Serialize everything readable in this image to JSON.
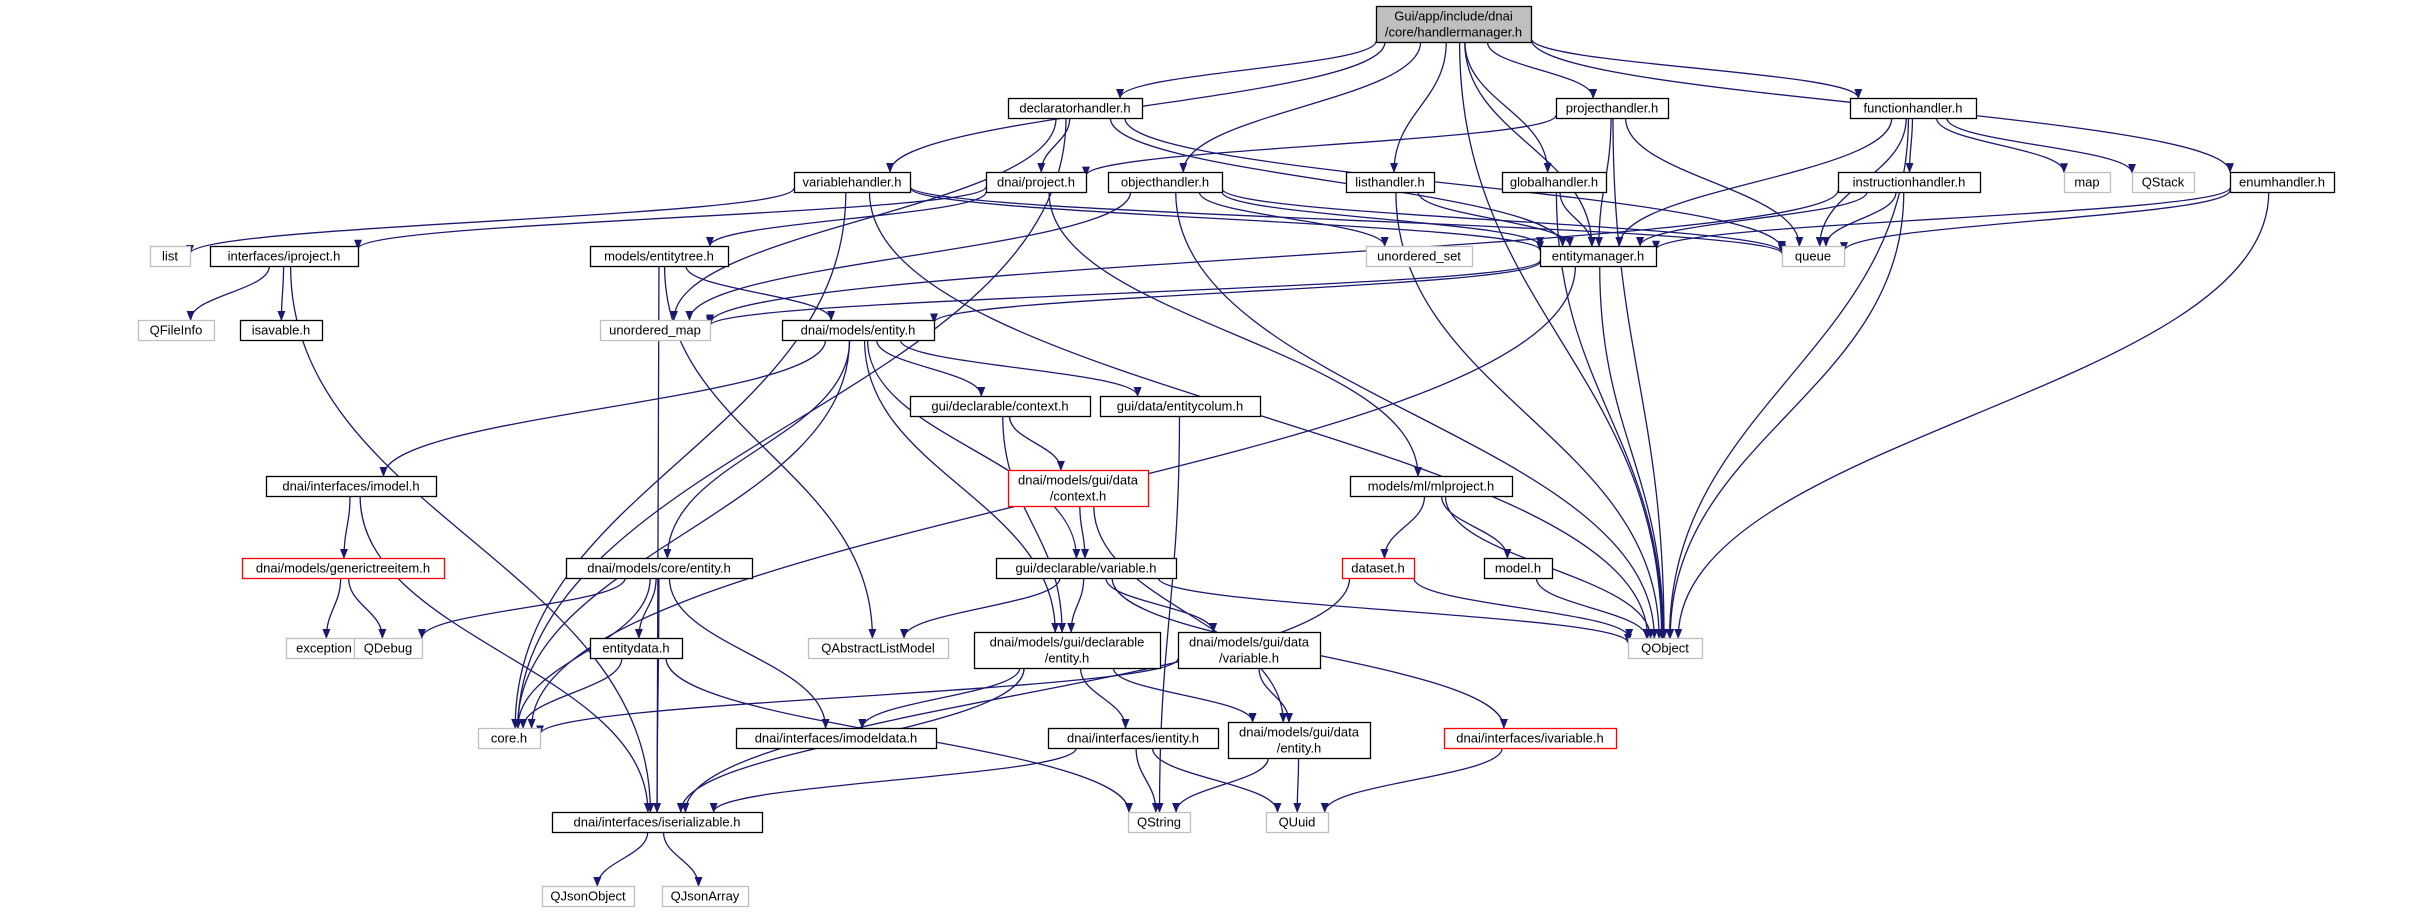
{
  "colors": {
    "edge": "#191970",
    "box_default": "#000000",
    "box_system": "#bfbfbf",
    "box_incomplete": "#ff0000",
    "root_fill": "#bfbfbf",
    "fill": "#ffffff"
  },
  "nodes": {
    "root": {
      "lines": [
        "Gui/app/include/dnai",
        "/core/handlermanager.h"
      ],
      "style": "root"
    },
    "declaratorhandler": {
      "lines": [
        "declaratorhandler.h"
      ],
      "style": "default"
    },
    "projecthandler": {
      "lines": [
        "projecthandler.h"
      ],
      "style": "default"
    },
    "functionhandler": {
      "lines": [
        "functionhandler.h"
      ],
      "style": "default"
    },
    "variablehandler": {
      "lines": [
        "variablehandler.h"
      ],
      "style": "default"
    },
    "dnai_project": {
      "lines": [
        "dnai/project.h"
      ],
      "style": "default"
    },
    "objecthandler": {
      "lines": [
        "objecthandler.h"
      ],
      "style": "default"
    },
    "listhandler": {
      "lines": [
        "listhandler.h"
      ],
      "style": "default"
    },
    "globalhandler": {
      "lines": [
        "globalhandler.h"
      ],
      "style": "default"
    },
    "map": {
      "lines": [
        "map"
      ],
      "style": "system"
    },
    "qstack": {
      "lines": [
        "QStack"
      ],
      "style": "system"
    },
    "instructionhandler": {
      "lines": [
        "instructionhandler.h"
      ],
      "style": "default"
    },
    "enumhandler": {
      "lines": [
        "enumhandler.h"
      ],
      "style": "default"
    },
    "list": {
      "lines": [
        "list"
      ],
      "style": "system"
    },
    "iproject": {
      "lines": [
        "interfaces/iproject.h"
      ],
      "style": "default"
    },
    "entitytree": {
      "lines": [
        "models/entitytree.h"
      ],
      "style": "default"
    },
    "unordered_set": {
      "lines": [
        "unordered_set"
      ],
      "style": "system"
    },
    "entitymanager": {
      "lines": [
        "entitymanager.h"
      ],
      "style": "default"
    },
    "queue": {
      "lines": [
        "queue"
      ],
      "style": "system"
    },
    "qfileinfo": {
      "lines": [
        "QFileInfo"
      ],
      "style": "system"
    },
    "isavable": {
      "lines": [
        "isavable.h"
      ],
      "style": "default"
    },
    "unordered_map": {
      "lines": [
        "unordered_map"
      ],
      "style": "system"
    },
    "models_entity": {
      "lines": [
        "dnai/models/entity.h"
      ],
      "style": "default"
    },
    "declarable_context": {
      "lines": [
        "gui/declarable/context.h"
      ],
      "style": "default"
    },
    "entitycolum": {
      "lines": [
        "gui/data/entitycolum.h"
      ],
      "style": "default"
    },
    "gui_data_context": {
      "lines": [
        "dnai/models/gui/data",
        "/context.h"
      ],
      "style": "incomplete"
    },
    "imodel": {
      "lines": [
        "dnai/interfaces/imodel.h"
      ],
      "style": "default"
    },
    "mlproject": {
      "lines": [
        "models/ml/mlproject.h"
      ],
      "style": "default"
    },
    "generictreeitem": {
      "lines": [
        "dnai/models/generictreeitem.h"
      ],
      "style": "incomplete"
    },
    "core_entity": {
      "lines": [
        "dnai/models/core/entity.h"
      ],
      "style": "default"
    },
    "declarable_variable": {
      "lines": [
        "gui/declarable/variable.h"
      ],
      "style": "default"
    },
    "dataset": {
      "lines": [
        "dataset.h"
      ],
      "style": "incomplete"
    },
    "model": {
      "lines": [
        "model.h"
      ],
      "style": "default"
    },
    "exception": {
      "lines": [
        "exception"
      ],
      "style": "system"
    },
    "qdebug": {
      "lines": [
        "QDebug"
      ],
      "style": "system"
    },
    "entitydata": {
      "lines": [
        "entitydata.h"
      ],
      "style": "default"
    },
    "qabstractlistmodel": {
      "lines": [
        "QAbstractListModel"
      ],
      "style": "system"
    },
    "declarable_entity": {
      "lines": [
        "dnai/models/gui/declarable",
        "/entity.h"
      ],
      "style": "default"
    },
    "gui_data_variable": {
      "lines": [
        "dnai/models/gui/data",
        "/variable.h"
      ],
      "style": "default"
    },
    "qobject": {
      "lines": [
        "QObject"
      ],
      "style": "system"
    },
    "core_h": {
      "lines": [
        "core.h"
      ],
      "style": "system"
    },
    "imodeldata": {
      "lines": [
        "dnai/interfaces/imodeldata.h"
      ],
      "style": "default"
    },
    "ientity": {
      "lines": [
        "dnai/interfaces/ientity.h"
      ],
      "style": "default"
    },
    "gui_data_entity": {
      "lines": [
        "dnai/models/gui/data",
        "/entity.h"
      ],
      "style": "default"
    },
    "ivariable": {
      "lines": [
        "dnai/interfaces/ivariable.h"
      ],
      "style": "incomplete"
    },
    "iserializable": {
      "lines": [
        "dnai/interfaces/iserializable.h"
      ],
      "style": "default"
    },
    "qstring": {
      "lines": [
        "QString"
      ],
      "style": "system"
    },
    "quuid": {
      "lines": [
        "QUuid"
      ],
      "style": "system"
    },
    "qjsonobject": {
      "lines": [
        "QJsonObject"
      ],
      "style": "system"
    },
    "qjsonarray": {
      "lines": [
        "QJsonArray"
      ],
      "style": "system"
    }
  },
  "edges": [
    [
      "root",
      "declaratorhandler"
    ],
    [
      "root",
      "projecthandler"
    ],
    [
      "root",
      "functionhandler"
    ],
    [
      "root",
      "variablehandler"
    ],
    [
      "root",
      "objecthandler"
    ],
    [
      "root",
      "listhandler"
    ],
    [
      "root",
      "globalhandler"
    ],
    [
      "root",
      "enumhandler"
    ],
    [
      "root",
      "entitymanager"
    ],
    [
      "root",
      "qobject"
    ],
    [
      "declaratorhandler",
      "dnai_project"
    ],
    [
      "declaratorhandler",
      "entitymanager"
    ],
    [
      "declaratorhandler",
      "queue"
    ],
    [
      "declaratorhandler",
      "unordered_map"
    ],
    [
      "declaratorhandler",
      "core_h"
    ],
    [
      "projecthandler",
      "dnai_project"
    ],
    [
      "projecthandler",
      "entitymanager"
    ],
    [
      "projecthandler",
      "queue"
    ],
    [
      "projecthandler",
      "qobject"
    ],
    [
      "functionhandler",
      "entitymanager"
    ],
    [
      "functionhandler",
      "instructionhandler"
    ],
    [
      "functionhandler",
      "queue"
    ],
    [
      "functionhandler",
      "map"
    ],
    [
      "functionhandler",
      "qstack"
    ],
    [
      "functionhandler",
      "qobject"
    ],
    [
      "variablehandler",
      "entitymanager"
    ],
    [
      "variablehandler",
      "list"
    ],
    [
      "variablehandler",
      "queue"
    ],
    [
      "variablehandler",
      "core_h"
    ],
    [
      "variablehandler",
      "qobject"
    ],
    [
      "dnai_project",
      "iproject"
    ],
    [
      "dnai_project",
      "entitytree"
    ],
    [
      "dnai_project",
      "mlproject"
    ],
    [
      "objecthandler",
      "entitymanager"
    ],
    [
      "objecthandler",
      "unordered_set"
    ],
    [
      "objecthandler",
      "unordered_map"
    ],
    [
      "objecthandler",
      "queue"
    ],
    [
      "objecthandler",
      "qobject"
    ],
    [
      "listhandler",
      "entitymanager"
    ],
    [
      "listhandler",
      "qobject"
    ],
    [
      "globalhandler",
      "entitymanager"
    ],
    [
      "globalhandler",
      "qobject"
    ],
    [
      "instructionhandler",
      "entitymanager"
    ],
    [
      "instructionhandler",
      "queue"
    ],
    [
      "instructionhandler",
      "unordered_map"
    ],
    [
      "instructionhandler",
      "qobject"
    ],
    [
      "enumhandler",
      "entitymanager"
    ],
    [
      "enumhandler",
      "queue"
    ],
    [
      "enumhandler",
      "qobject"
    ],
    [
      "iproject",
      "qfileinfo"
    ],
    [
      "iproject",
      "isavable"
    ],
    [
      "iproject",
      "iserializable"
    ],
    [
      "entitytree",
      "models_entity"
    ],
    [
      "entitytree",
      "qabstractlistmodel"
    ],
    [
      "entitytree",
      "iserializable"
    ],
    [
      "entitymanager",
      "models_entity"
    ],
    [
      "entitymanager",
      "unordered_map"
    ],
    [
      "entitymanager",
      "core_h"
    ],
    [
      "entitymanager",
      "qobject"
    ],
    [
      "models_entity",
      "declarable_context"
    ],
    [
      "models_entity",
      "entitycolum"
    ],
    [
      "models_entity",
      "imodel"
    ],
    [
      "models_entity",
      "core_entity"
    ],
    [
      "models_entity",
      "declarable_variable"
    ],
    [
      "models_entity",
      "declarable_entity"
    ],
    [
      "models_entity",
      "core_h"
    ],
    [
      "declarable_context",
      "gui_data_context"
    ],
    [
      "declarable_context",
      "declarable_entity"
    ],
    [
      "entitycolum",
      "qstring"
    ],
    [
      "gui_data_context",
      "declarable_variable"
    ],
    [
      "gui_data_context",
      "gui_data_entity"
    ],
    [
      "imodel",
      "generictreeitem"
    ],
    [
      "imodel",
      "iserializable"
    ],
    [
      "mlproject",
      "dataset"
    ],
    [
      "mlproject",
      "model"
    ],
    [
      "mlproject",
      "qobject"
    ],
    [
      "generictreeitem",
      "exception"
    ],
    [
      "generictreeitem",
      "qdebug"
    ],
    [
      "core_entity",
      "qdebug"
    ],
    [
      "core_entity",
      "entitydata"
    ],
    [
      "core_entity",
      "core_h"
    ],
    [
      "core_entity",
      "imodeldata"
    ],
    [
      "core_entity",
      "iserializable"
    ],
    [
      "declarable_variable",
      "qabstractlistmodel"
    ],
    [
      "declarable_variable",
      "declarable_entity"
    ],
    [
      "declarable_variable",
      "gui_data_variable"
    ],
    [
      "declarable_variable",
      "ivariable"
    ],
    [
      "declarable_variable",
      "qobject"
    ],
    [
      "dataset",
      "qobject"
    ],
    [
      "dataset",
      "iserializable"
    ],
    [
      "model",
      "qobject"
    ],
    [
      "entitydata",
      "core_h"
    ],
    [
      "entitydata",
      "qstring"
    ],
    [
      "declarable_entity",
      "ientity"
    ],
    [
      "declarable_entity",
      "gui_data_entity"
    ],
    [
      "declarable_entity",
      "imodeldata"
    ],
    [
      "declarable_entity",
      "iserializable"
    ],
    [
      "gui_data_variable",
      "gui_data_entity"
    ],
    [
      "gui_data_variable",
      "core_h"
    ],
    [
      "ientity",
      "qstring"
    ],
    [
      "ientity",
      "quuid"
    ],
    [
      "ientity",
      "iserializable"
    ],
    [
      "gui_data_entity",
      "qstring"
    ],
    [
      "gui_data_entity",
      "quuid"
    ],
    [
      "ivariable",
      "quuid"
    ],
    [
      "iserializable",
      "qjsonobject"
    ],
    [
      "iserializable",
      "qjsonarray"
    ]
  ]
}
